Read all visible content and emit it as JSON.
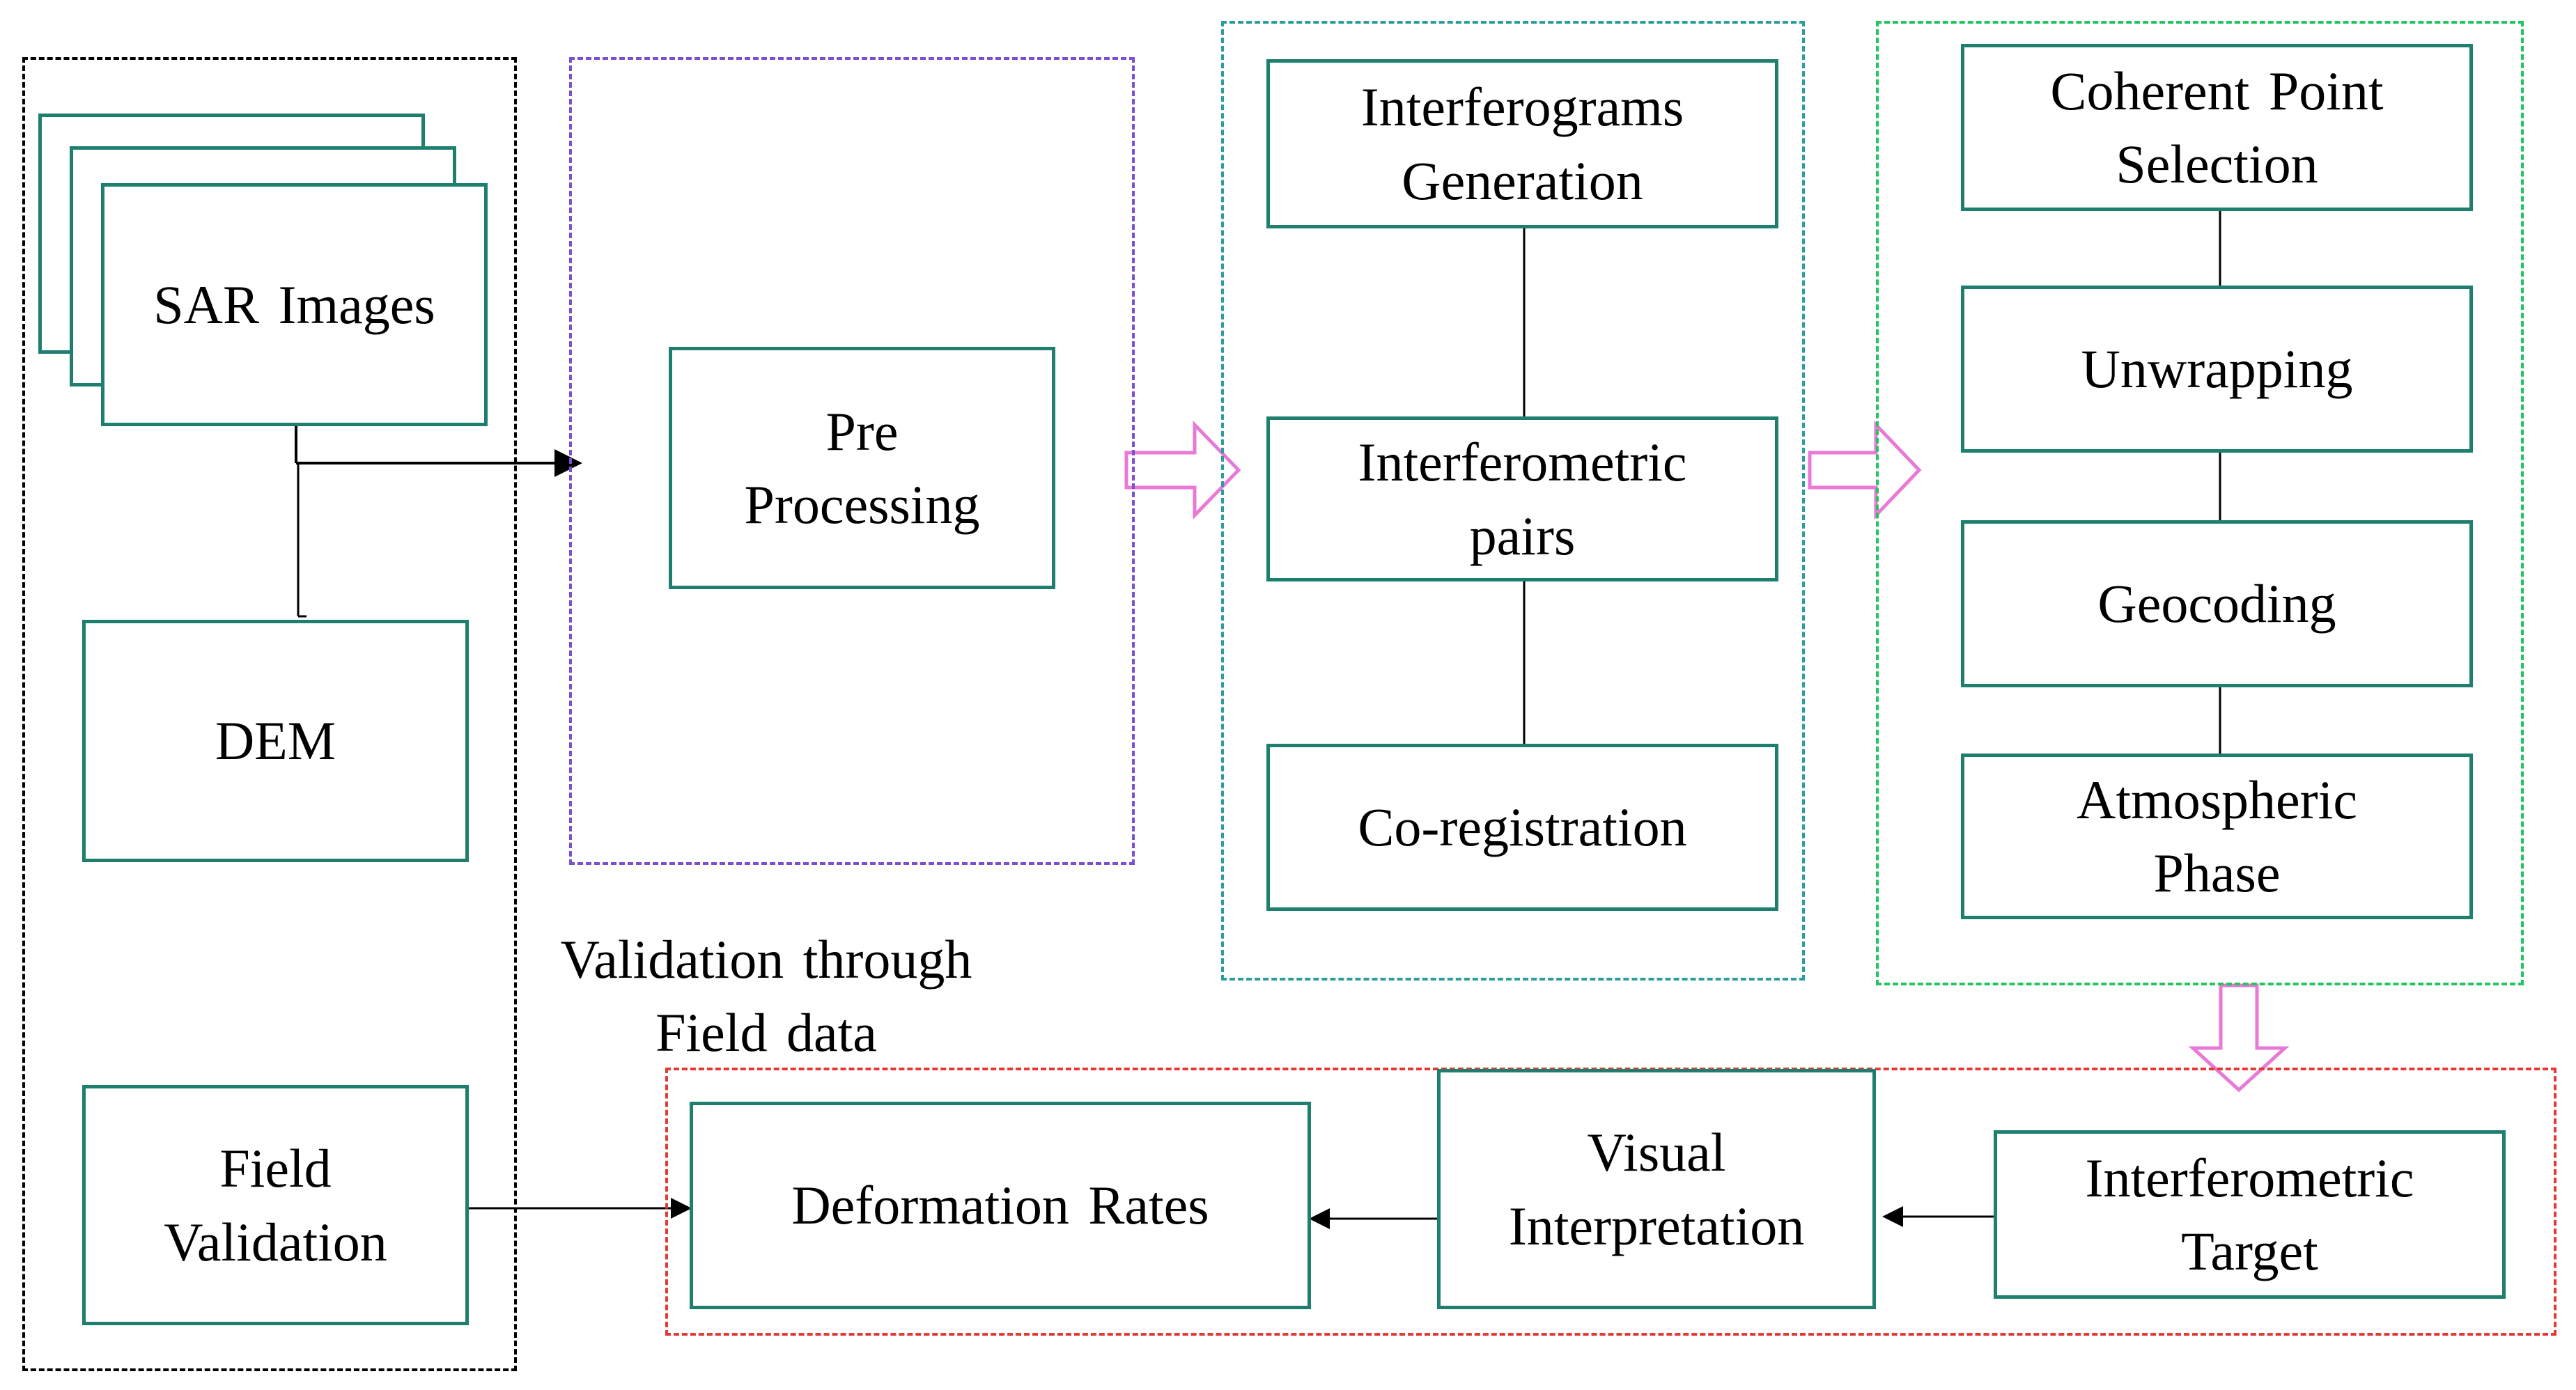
{
  "colors": {
    "box_border": "#1f7f6f",
    "input_group": "#000000",
    "preprocessing_group": "#7b4fd1",
    "interferometry_group": "#2a9d9d",
    "point_processing_group": "#22c55e",
    "output_group": "#e53935",
    "process_arrow": "#e879d6"
  },
  "inputs": {
    "sar_images": "SAR Images",
    "dem": "DEM",
    "field_validation": "Field\nValidation"
  },
  "preprocessing": {
    "step": "Pre\nProcessing"
  },
  "interferometry": {
    "generation": "Interferograms\nGeneration",
    "pairs": "Interferometric\npairs",
    "coregistration": "Co-registration"
  },
  "point_processing": {
    "selection": "Coherent Point\nSelection",
    "unwrapping": "Unwrapping",
    "geocoding": "Geocoding",
    "atmospheric": "Atmospheric\nPhase"
  },
  "outputs": {
    "deformation": "Deformation Rates",
    "visual": "Visual\nInterpretation",
    "target": "Interferometric\nTarget"
  },
  "validation_label": "Validation through\nField data"
}
